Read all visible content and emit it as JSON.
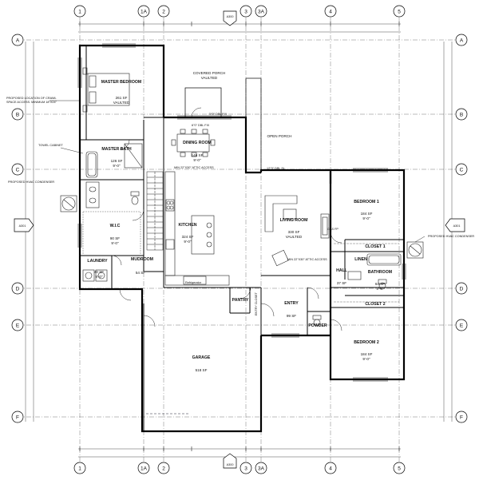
{
  "grid": {
    "columns": [
      "1",
      "1A",
      "2",
      "3",
      "3A",
      "4",
      "5"
    ],
    "rows": [
      "A",
      "B",
      "C",
      "D",
      "E",
      "F"
    ]
  },
  "section_tags": {
    "top": "A300",
    "bottom": "A300",
    "left": "A301",
    "right": "A301"
  },
  "rooms": {
    "master_bedroom": {
      "name": "MASTER BEDROOM",
      "area": "261 SF",
      "ceiling": "VAULTED"
    },
    "master_bath": {
      "name": "MASTER BATH",
      "area": "126 SF",
      "ceiling": "9'-0\""
    },
    "wic": {
      "name": "W.I.C",
      "area": "90 SF",
      "ceiling": "9'-0\""
    },
    "laundry": {
      "name": "LAUNDRY",
      "area": "40 SF",
      "ceiling": "9'-0\""
    },
    "mudroom": {
      "name": "MUDROOM",
      "area": "54 SF",
      "ceiling": ""
    },
    "dining": {
      "name": "DINING ROOM",
      "area": "146 SF",
      "ceiling": "9'-0\""
    },
    "kitchen": {
      "name": "KITCHEN",
      "area": "324 SF",
      "ceiling": "9'-0\""
    },
    "living": {
      "name": "LIVING ROOM",
      "area": "330 SF",
      "ceiling": "VAULTED"
    },
    "bedroom1": {
      "name": "BEDROOM 1",
      "area": "184 SF",
      "ceiling": "9'-0\""
    },
    "closet1": {
      "name": "CLOSET 1",
      "area": "",
      "ceiling": ""
    },
    "linen": {
      "name": "LINEN",
      "area": "",
      "ceiling": ""
    },
    "bathroom": {
      "name": "BATHROOM",
      "area": "64 SF",
      "ceiling": "9'-0\""
    },
    "hall": {
      "name": "HALL",
      "area": "37 SF",
      "ceiling": ""
    },
    "closet2": {
      "name": "CLOSET 2",
      "area": "",
      "ceiling": ""
    },
    "entry": {
      "name": "ENTRY",
      "area": "99 SF",
      "ceiling": ""
    },
    "powder": {
      "name": "POWDER",
      "area": "",
      "ceiling": ""
    },
    "bedroom2": {
      "name": "BEDROOM 2",
      "area": "184 SF",
      "ceiling": "9'-0\""
    },
    "pantry": {
      "name": "PANTRY",
      "area": "",
      "ceiling": ""
    },
    "garage": {
      "name": "GARAGE",
      "area": "518 SF",
      "ceiling": ""
    },
    "covered_porch": {
      "name": "COVERED PORCH",
      "area": "",
      "ceiling": "VAULTED"
    },
    "open_porch": {
      "name": "OPEN PORCH",
      "area": "",
      "ceiling": ""
    }
  },
  "notes": {
    "crawl_space": [
      "PROPOSED LOCATION OF CRAWL",
      "SPACE ACCESS. MINIMUM 18\"X24\""
    ],
    "towel_cabinet": "TOWEL CABINET",
    "hvac_left": "PROPOSED HVAC CONDENSER",
    "hvac_right": "PROPOSED HVAC CONDENSER",
    "attic_access_1": "MIN 22\"X30\" ATTIC ACCESS",
    "attic_access_2": "MIN 22\"X30\" ATTIC ACCESS",
    "gas_fp": "GAS FP",
    "refrigerator": "Refrigerator",
    "entry_closet": "ENTRY CLOSET",
    "dbl_fix_top": "5\"0\" DBL FIX",
    "dbl_fix_dining": "6\"0\" DBL FIX",
    "dbl_sl": "12\"0\" DBL SL"
  }
}
